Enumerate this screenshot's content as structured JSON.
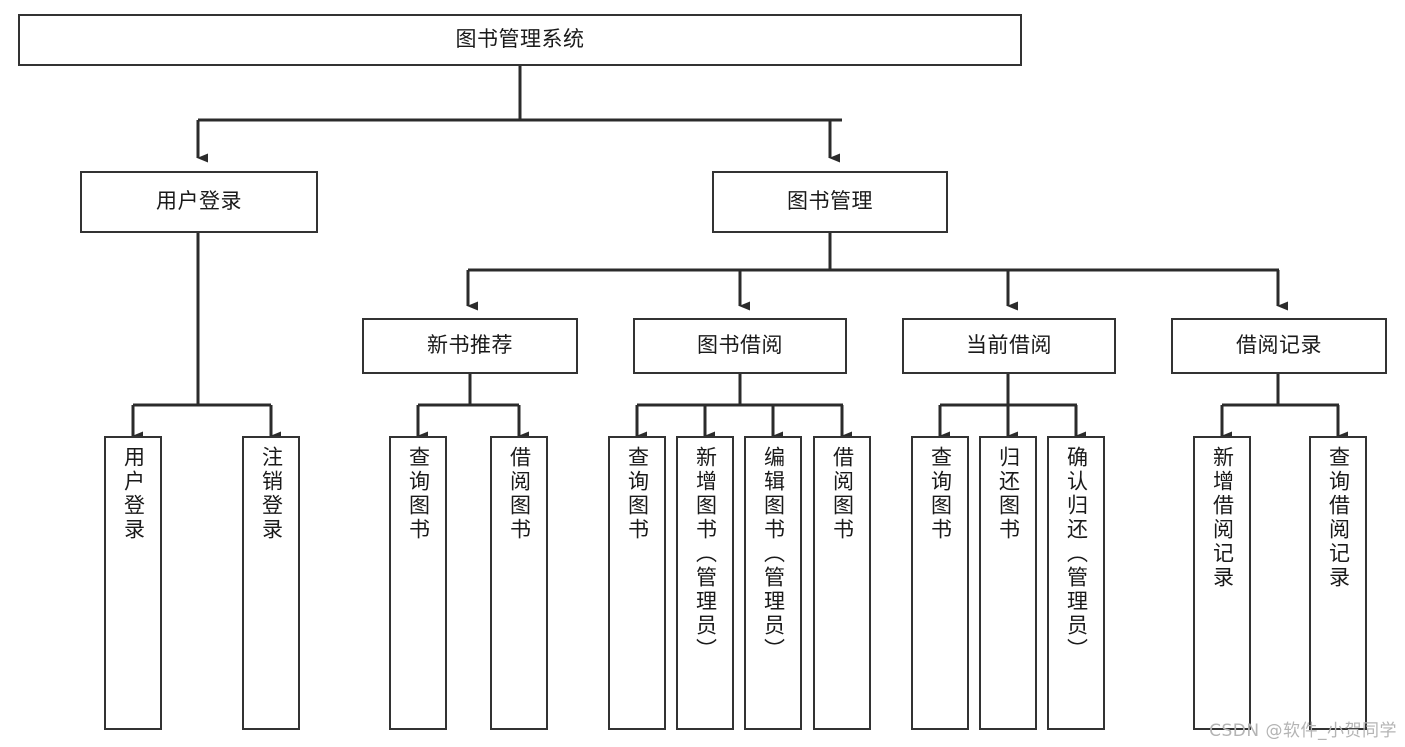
{
  "diagram": {
    "title": "图书管理系统",
    "type": "tree-hierarchy-diagram",
    "colors": {
      "box_border": "#333333",
      "box_fill": "#ffffff",
      "connector": "#2b2b2b",
      "text": "#1a1a1a",
      "watermark": "#b4b4b4",
      "background": "#ffffff"
    },
    "root": {
      "label": "图书管理系统"
    },
    "level2": [
      {
        "label": "用户登录"
      },
      {
        "label": "图书管理"
      }
    ],
    "level3": [
      {
        "label": "新书推荐"
      },
      {
        "label": "图书借阅"
      },
      {
        "label": "当前借阅"
      },
      {
        "label": "借阅记录"
      }
    ],
    "leaves": {
      "user_login": [
        {
          "label": "用户登录"
        },
        {
          "label": "注销登录"
        }
      ],
      "new_book_recommend": [
        {
          "label": "查询图书"
        },
        {
          "label": "借阅图书"
        }
      ],
      "book_borrow": [
        {
          "label": "查询图书"
        },
        {
          "label": "新增图书（管理员）"
        },
        {
          "label": "编辑图书（管理员）"
        },
        {
          "label": "借阅图书"
        }
      ],
      "current_borrow": [
        {
          "label": "查询图书"
        },
        {
          "label": "归还图书"
        },
        {
          "label": "确认归还（管理员）"
        }
      ],
      "borrow_records": [
        {
          "label": "新增借阅记录"
        },
        {
          "label": "查询借阅记录"
        }
      ]
    }
  },
  "watermark": {
    "text": "CSDN @软件_小贺同学"
  }
}
